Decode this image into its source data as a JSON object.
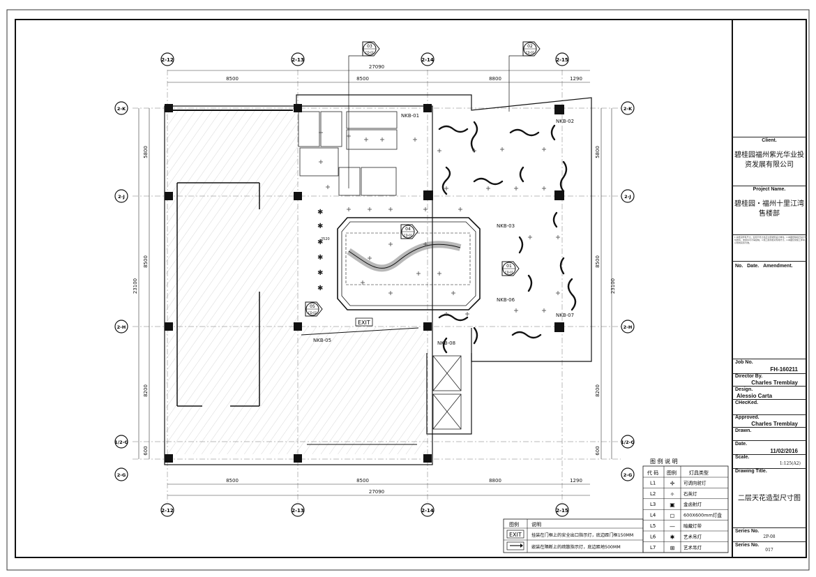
{
  "grid": {
    "columns": [
      "2-12",
      "2-13",
      "2-14",
      "2-15"
    ],
    "rows": [
      "2-K",
      "2-J",
      "2-H",
      "1/2-G",
      "2-G"
    ]
  },
  "dimensions": {
    "top_total": "27090",
    "top_segments": [
      "8500",
      "8500",
      "8800",
      "1290"
    ],
    "bottom_total": "27090",
    "bottom_segments": [
      "8500",
      "8500",
      "8800",
      "1290"
    ],
    "left_total": "23100",
    "left_segments": [
      "5800",
      "8500",
      "8200",
      "600"
    ],
    "right_total": "23100",
    "right_segments": [
      "5800",
      "8500",
      "8200",
      "600"
    ],
    "inner": "2520"
  },
  "sections": [
    {
      "num": "03",
      "sheet": "CD-01"
    },
    {
      "num": "02",
      "sheet": "CD-01"
    },
    {
      "num": "04",
      "sheet": "CD-01"
    },
    {
      "num": "01",
      "sheet": "CD-01"
    },
    {
      "num": "05",
      "sheet": "CD-02"
    }
  ],
  "callouts": [
    "NKB-01",
    "NKB-02",
    "NKB-03",
    "NKB-06",
    "NKB-07",
    "NKB-05",
    "NKB-08"
  ],
  "exit_sign": "EXIT",
  "legend": {
    "title": "图 例 说 明",
    "headers": [
      "代 码",
      "图例",
      "灯具类型"
    ],
    "rows": [
      {
        "code": "L1",
        "desc": "可调向射灯"
      },
      {
        "code": "L2",
        "desc": "石英灯"
      },
      {
        "code": "L3",
        "desc": "金卤射灯"
      },
      {
        "code": "L4",
        "desc": "600X600mm灯盘"
      },
      {
        "code": "L5",
        "desc": "暗藏灯带"
      },
      {
        "code": "L6",
        "desc": "艺术吊灯"
      },
      {
        "code": "L7",
        "desc": "艺术吊灯"
      }
    ]
  },
  "notes": {
    "headers": [
      "图例",
      "说明"
    ],
    "rows": [
      {
        "symbol": "EXIT",
        "desc": "挂装在门框上的安全出口指示灯，底边距门框150MM"
      },
      {
        "symbol": "arrow",
        "desc": "嵌装在隔断上的疏散指示灯，底边距地500MM"
      }
    ]
  },
  "title_block": {
    "client_label": "Client.",
    "client": "碧桂园福州紫光华业投资发展有限公司",
    "project_label": "Project Name.",
    "project": "碧桂园・福州十里江湾售楼部",
    "fine_print": "1.请核实所有尺寸。任何不符之处应立即通知设计单位。2.本图纸版权归设计单位所有，未经许可不得复制。3.施工前须核对现场尺寸。4.本图仅供施工参考，以现场实际为准。",
    "amend_headers": [
      "No.",
      "Date.",
      "Amendment."
    ],
    "job_no_label": "Job No.",
    "job_no": "FH-160211",
    "director_label": "Director By.",
    "director": "Charles Tremblay",
    "design_label": "Design.",
    "design": "Alessio Carta",
    "checked_label": "CHecKed.",
    "approved_label": "Approved.",
    "approved": "Charles Tremblay",
    "drawn_label": "Drawn.",
    "date_label": "Date.",
    "date": "11/02/2016",
    "scale_label": "Scale.",
    "scale": "1:125(A2)",
    "drawing_title_label": "Drawing Title.",
    "drawing_title": "二层天花造型尺寸图",
    "series_label": "Series No.",
    "series": "2P-08",
    "series2_label": "Series No.",
    "series2": "017"
  }
}
